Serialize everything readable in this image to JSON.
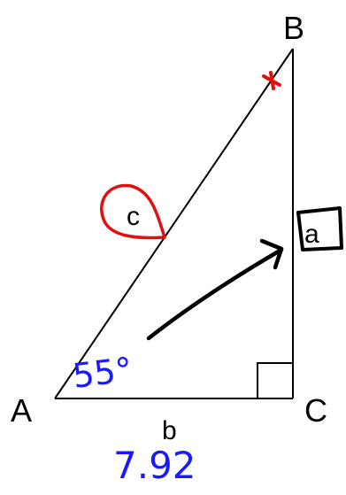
{
  "vertices": {
    "a": "A",
    "b": "B",
    "c": "C"
  },
  "sides": {
    "hypotenuse": "c",
    "vertical": "a",
    "horizontal": "b"
  },
  "annotations": {
    "angle": "55°",
    "side_b_value": "7.92"
  },
  "colors": {
    "triangle": "#000000",
    "red_markup": "#e01010",
    "blue_markup": "#1a1aff",
    "black_markup": "#000000"
  }
}
